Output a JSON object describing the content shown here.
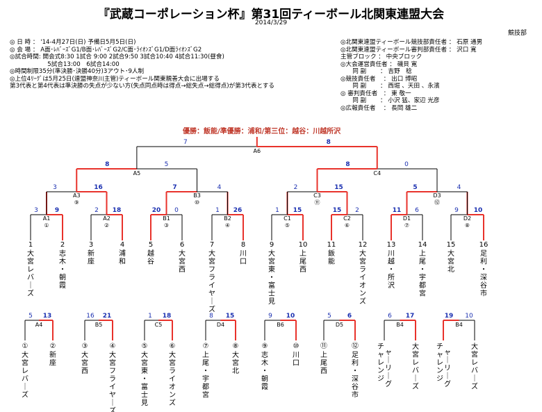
{
  "header": {
    "title": "『武蔵コーポレーション杯』第31回ティーボール北関東連盟大会",
    "date": "2014/3/29",
    "dept": "競技部"
  },
  "info_left": [
    "◎ 日 時 ： '14-4月27日(日) 予備日5月5日(日)",
    "◎ 会 場 ： A面･ﾚﾊﾞｰｽﾞG1/B面･ﾚﾊﾞｰｽﾞG2/C面･ﾗｲｵﾝｽﾞG1/D面ﾗｲｵﾝｽﾞG2",
    "◎試合時間: 開会式8:30 1試合 9:00 2試合9:50 3試合10:40 4試合11:30(昼食)",
    "　　　　　　 5試合13:00　6試合14:00",
    "◎時間制限35分(準決勝･決勝40分)3アウト･9人制",
    "◎上位4ﾘｰｸﾞは5月25日(連盟神奈川主管)ティーボール関東親善大会に出場する",
    "第3代表と第4代表は準決勝の失点が少ない方(失点同点時は得点→総失点→総得点)が第3代表とする"
  ],
  "info_right": [
    "◎北関東連盟ティーボール競技部責任者 ： 石原 通男",
    "◎北関東連盟ティーボール審判部責任者 ： 沢口 寛",
    "主管ブロック ： 中央ブロック",
    "◎大会運営責任者 ： 磯貝 寛",
    "　　同 副　　 ： 吉野　稔",
    "◎競技責任者　 ： 出口 博昭",
    "　　同 副　　 ： 西堀 、天田 、永濱",
    "◎ 審判責任者　： 東 敬一",
    "　　同 副　　 ： 小沢 猛、家辺 光彦",
    "◎広報責任者　 ： 長岡 雄二"
  ],
  "result": "優勝：飯能/準優勝：浦和/第三位：越谷：川越所沢",
  "colors": {
    "win_line": "#e8322b",
    "line": "#000000",
    "score": "#1a2fb0"
  },
  "chart_data": {
    "type": "table",
    "teams": [
      "大宮レバーズ",
      "志木・朝霞",
      "新座",
      "浦和",
      "越谷",
      "大宮西",
      "大宮フライヤーズ",
      "川口",
      "大宮東・富士見",
      "上尾西",
      "飯能",
      "大宮ライオンズ",
      "川越・所沢",
      "上尾・宇都宮",
      "大宮北",
      "足利・深谷市"
    ],
    "main": {
      "r1": [
        {
          "label": "A1",
          "num": "①",
          "s1": "3",
          "s2": "9",
          "winner": 2
        },
        {
          "label": "A2",
          "num": "②",
          "s1": "2",
          "s2": "18",
          "winner": 2
        },
        {
          "label": "B1",
          "num": "③",
          "s1": "20",
          "s2": "0",
          "winner": 1
        },
        {
          "label": "B2",
          "num": "④",
          "s1": "1",
          "s2": "26",
          "winner": 2
        },
        {
          "label": "C1",
          "num": "⑤",
          "s1": "1",
          "s2": "15",
          "winner": 2
        },
        {
          "label": "C2",
          "num": "⑥",
          "s1": "15",
          "s2": "2",
          "winner": 1
        },
        {
          "label": "D1",
          "num": "⑦",
          "s1": "11",
          "s2": "6",
          "winner": 1
        },
        {
          "label": "D2",
          "num": "⑧",
          "s1": "9",
          "s2": "10",
          "winner": 2
        }
      ],
      "r2": [
        {
          "label": "A3",
          "num": "⑨",
          "s1": "3",
          "s2": "16",
          "winner": 2
        },
        {
          "label": "B3",
          "num": "⑩",
          "s1": "7",
          "s2": "4",
          "winner": 1
        },
        {
          "label": "C3",
          "num": "⑪",
          "s1": "2",
          "s2": "15",
          "winner": 2
        },
        {
          "label": "D3",
          "num": "⑫",
          "s1": "5",
          "s2": "4",
          "winner": 1
        }
      ],
      "r3": [
        {
          "label": "A5",
          "s1": "8",
          "s2": "5",
          "winner": 1
        },
        {
          "label": "C4",
          "s1": "8",
          "s2": "0",
          "winner": 1
        }
      ],
      "final": {
        "label": "A6",
        "s1": "7",
        "s2": "8",
        "winner": 2
      }
    },
    "consolation": [
      {
        "label": "A4",
        "s1": "5",
        "s2": "13",
        "winner": 2,
        "t1": "①",
        "n1": "大宮レバーズ",
        "t2": "②",
        "n2": "新座"
      },
      {
        "label": "B5",
        "s1": "16",
        "s2": "21",
        "winner": 2,
        "t1": "③",
        "n1": "大宮西",
        "t2": "④",
        "n2": "大宮フライヤーズ"
      },
      {
        "label": "C5",
        "s1": "1",
        "s2": "18",
        "winner": 2,
        "t1": "⑤",
        "n1": "大宮東・富士見",
        "t2": "⑥",
        "n2": "大宮ライオンズ"
      },
      {
        "label": "D4",
        "s1": "8",
        "s2": "15",
        "winner": 2,
        "t1": "⑦",
        "n1": "上尾・宇都宮",
        "t2": "⑧",
        "n2": "大宮北"
      },
      {
        "label": "B6",
        "s1": "9",
        "s2": "10",
        "winner": 2,
        "t1": "⑨",
        "n1": "志木・朝霞",
        "t2": "⑩",
        "n2": "川口"
      },
      {
        "label": "D5",
        "s1": "5",
        "s2": "6",
        "winner": 2,
        "t1": "⑪",
        "n1": "上尾西",
        "t2": "⑫",
        "n2": "足利・深谷市"
      },
      {
        "label": "B4",
        "s1": "6",
        "s2": "17",
        "winner": 2,
        "t1": "",
        "n1": "チャレンジャーリーグ",
        "t2": "",
        "n2": "大宮レバーズ"
      },
      {
        "label": "B4",
        "s1": "19",
        "s2": "10",
        "winner": 1,
        "t1": "",
        "n1": "チャレンジャーリーグ",
        "t2": "",
        "n2": "大宮レバーズ"
      }
    ]
  }
}
